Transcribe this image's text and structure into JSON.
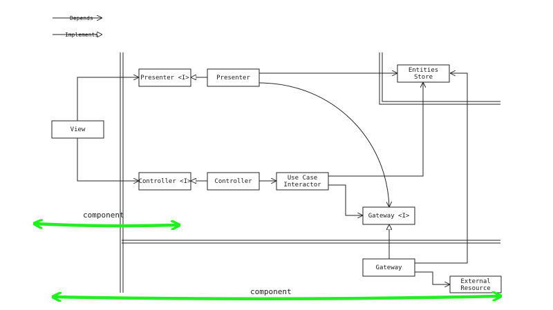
{
  "legend": {
    "depends_label": "Depends",
    "implements_label": "Implements"
  },
  "boxes": {
    "presenter_i": "Presenter <I>",
    "presenter": "Presenter",
    "entities_store_line1": "Entities",
    "entities_store_line2": "Store",
    "view": "View",
    "controller_i": "Controller <I>",
    "controller": "Controller",
    "use_case_line1": "Use Case",
    "use_case_line2": "Interactor",
    "gateway_i": "Gateway <I>",
    "gateway": "Gateway",
    "external_line1": "External",
    "external_line2": "Resource"
  },
  "annotations": {
    "component_top": "component",
    "component_bottom": "component"
  },
  "colors": {
    "line": "#222222",
    "highlight_green": "#22ee22"
  }
}
